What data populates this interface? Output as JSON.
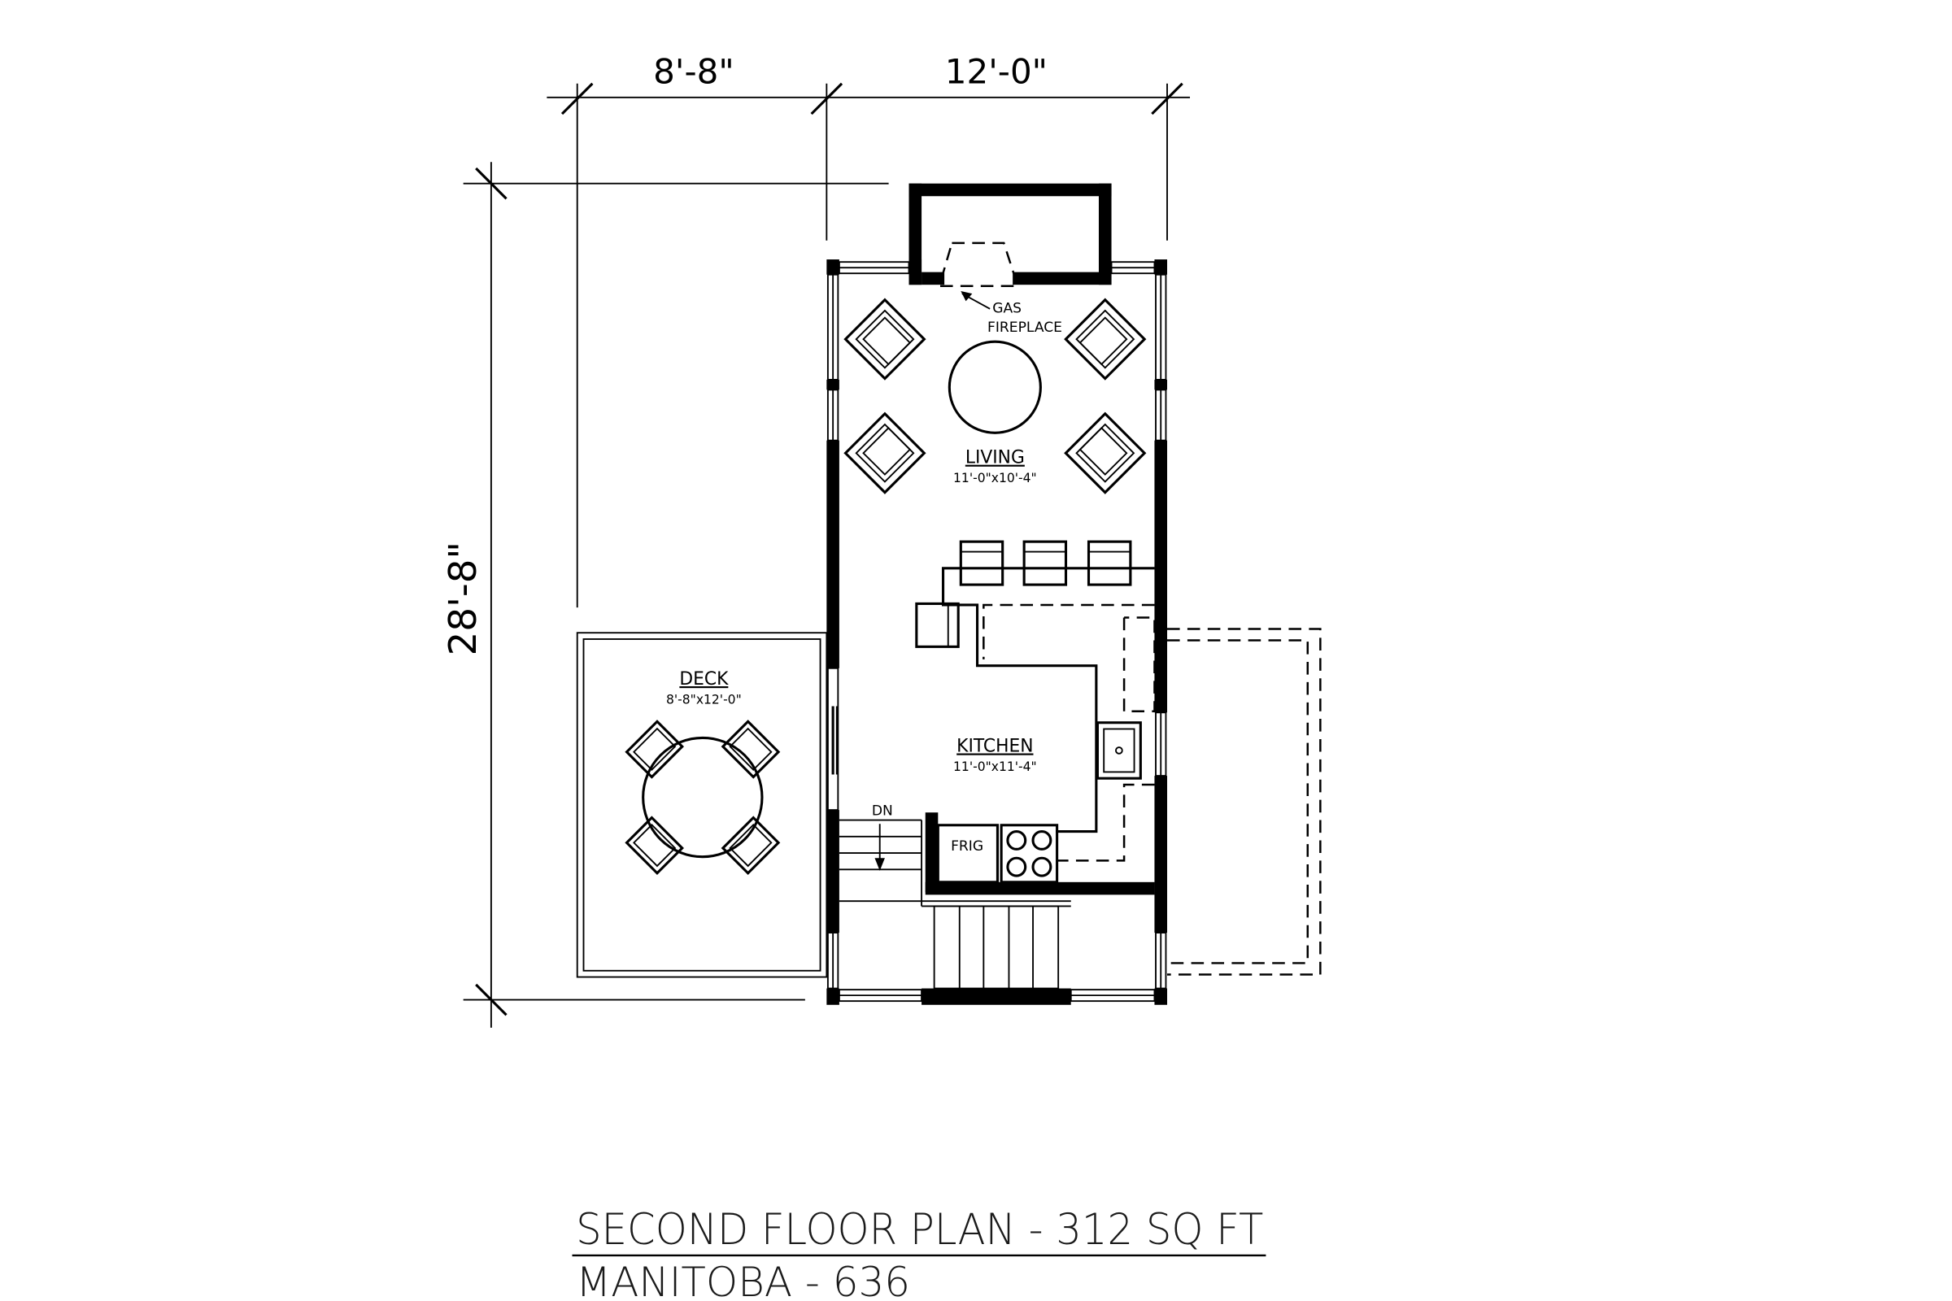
{
  "dimensions": {
    "top_left": "8'-8\"",
    "top_right": "12'-0\"",
    "left": "28'-8\""
  },
  "rooms": {
    "living": {
      "name": "LIVING",
      "size": "11'-0\"x10'-4\""
    },
    "kitchen": {
      "name": "KITCHEN",
      "size": "11'-0\"x11'-4\""
    },
    "deck": {
      "name": "DECK",
      "size": "8'-8\"x12'-0\""
    }
  },
  "annotations": {
    "fireplace_line1": "GAS",
    "fireplace_line2": "FIREPLACE",
    "stair_down": "DN",
    "fridge": "FRIG"
  },
  "title": {
    "line1": "SECOND FLOOR PLAN - 312 SQ FT",
    "line2": "MANITOBA - 636"
  }
}
